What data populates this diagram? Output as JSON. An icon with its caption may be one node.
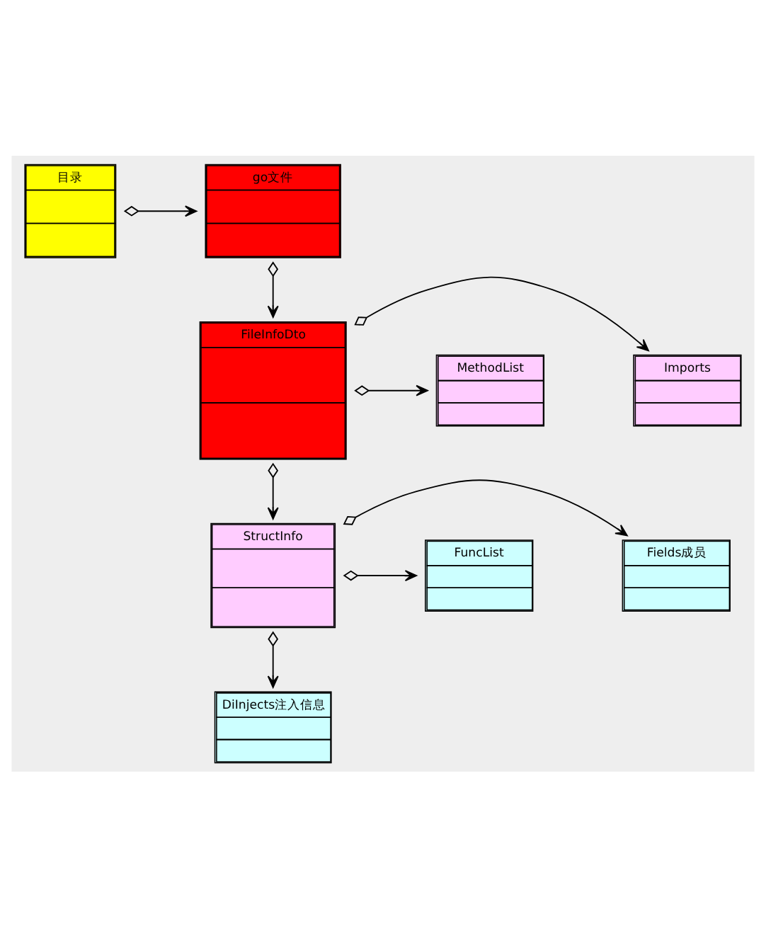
{
  "diagram": {
    "nodes": [
      {
        "text": [
          "目录"
        ]
      },
      {
        "text": [
          "go文件"
        ]
      },
      {
        "text": [
          "FileInfoDto"
        ]
      },
      {
        "text": [
          "Imports"
        ]
      },
      {
        "text": [
          "MethodList"
        ]
      },
      {
        "text": [
          "StructInfo"
        ]
      },
      {
        "text": [
          "Fields成员"
        ]
      },
      {
        "text": [
          "FuncList"
        ]
      },
      {
        "text": [
          "DiInjects注入信息"
        ]
      }
    ],
    "edges": [
      {
        "from": 0,
        "to": 1,
        "arrow": "to"
      },
      {
        "from": 1,
        "to": 2,
        "arrow": "to"
      },
      {
        "from": 2,
        "to": 3,
        "arrow": "to"
      },
      {
        "from": 2,
        "to": 4,
        "arrow": "to"
      },
      {
        "from": 2,
        "to": 5,
        "arrow": "to"
      },
      {
        "from": 5,
        "to": 6,
        "arrow": "to"
      },
      {
        "from": 5,
        "to": 7,
        "arrow": "to"
      },
      {
        "from": 5,
        "to": 8,
        "arrow": "to"
      }
    ]
  }
}
